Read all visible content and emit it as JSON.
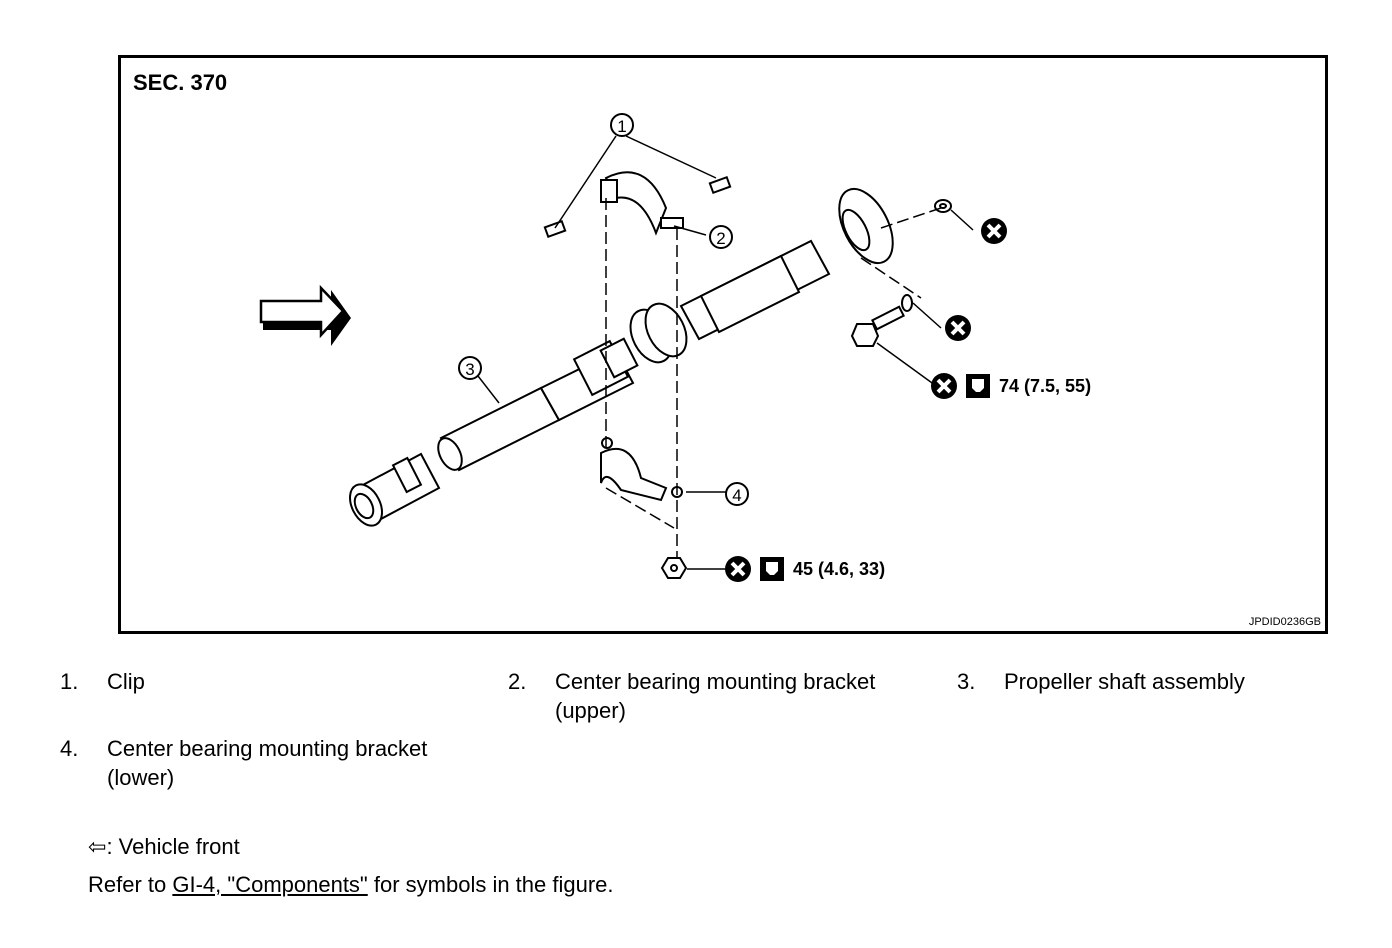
{
  "figure": {
    "section": "SEC. 370",
    "code": "JPDID0236GB",
    "callouts": [
      "1",
      "2",
      "3",
      "4"
    ],
    "torque_upper": "74 (7.5, 55)",
    "torque_lower": "45 (4.6, 33)"
  },
  "legend": [
    {
      "num": "1.",
      "label": "Clip"
    },
    {
      "num": "2.",
      "label": "Center bearing mounting bracket",
      "label2": "(upper)"
    },
    {
      "num": "3.",
      "label": "Propeller shaft assembly"
    },
    {
      "num": "4.",
      "label": "Center bearing mounting bracket",
      "label2": "(lower)"
    }
  ],
  "notes": {
    "front_symbol": "⇦",
    "front_text": ": Vehicle front",
    "refer_prefix": "Refer to ",
    "refer_link": "GI-4, \"Components\"",
    "refer_suffix": " for symbols in the figure."
  }
}
